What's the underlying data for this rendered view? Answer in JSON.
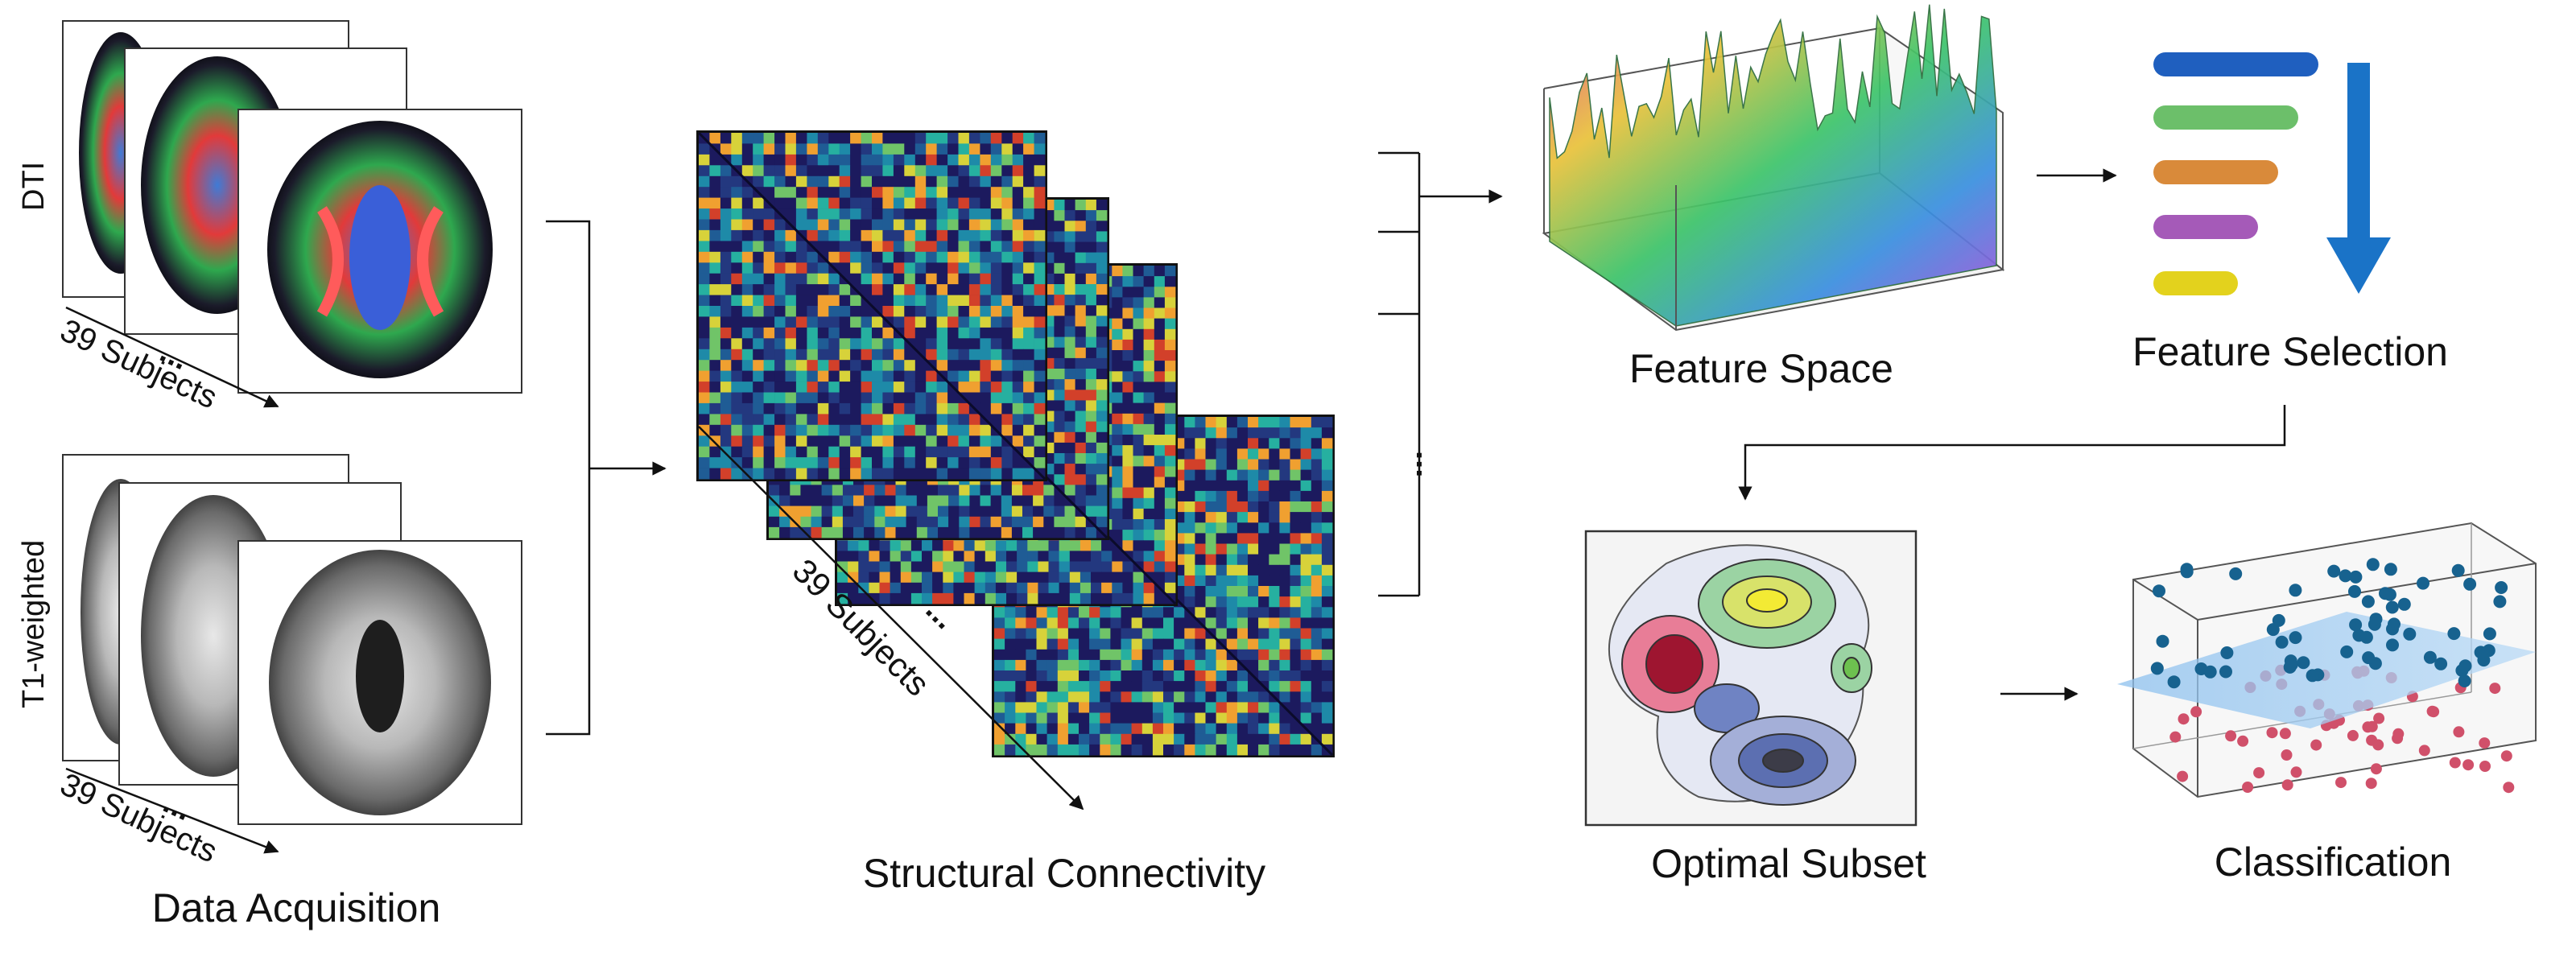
{
  "acquisition": {
    "caption": "Data Acquisition",
    "dti_label": "DTI",
    "t1_label": "T1-weighted",
    "subjects_label": "39 Subjects",
    "ellipsis": "..."
  },
  "connectivity": {
    "caption": "Structural Connectivity",
    "subjects_label": "39 Subjects",
    "ellipsis": "...",
    "colormap": [
      "#1c1a5e",
      "#23387f",
      "#1f5c95",
      "#1e8aa8",
      "#26b0a0",
      "#70c468",
      "#d7d23a",
      "#f0a030",
      "#d2402a"
    ]
  },
  "pipeline": {
    "feature_space": "Feature Space",
    "feature_selection": "Feature Selection",
    "optimal_subset": "Optimal Subset",
    "classification": "Classification",
    "vertical_ellipsis": "...",
    "selection_bar_colors": [
      "#1f5fbf",
      "#6cbf6a",
      "#d98a3a",
      "#a55ab8",
      "#e3d21d"
    ],
    "selection_arrow_color": "#1a73c7",
    "class_a_color": "#17628f",
    "class_b_color": "#d0506a",
    "plane_color": "#9ec9ef"
  }
}
